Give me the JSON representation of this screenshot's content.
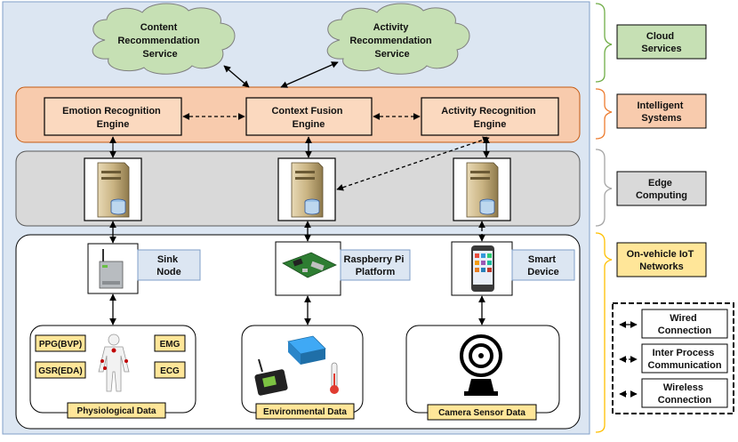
{
  "cloud": {
    "content_service": [
      "Content",
      "Recommendation",
      "Service"
    ],
    "activity_service": [
      "Activity",
      "Recommendation",
      "Service"
    ]
  },
  "intelligent": {
    "emotion_engine": [
      "Emotion Recognition",
      "Engine"
    ],
    "context_engine": [
      "Context Fusion",
      "Engine"
    ],
    "activity_engine": [
      "Activity Recognition",
      "Engine"
    ]
  },
  "devices": {
    "sink": [
      "Sink",
      "Node"
    ],
    "raspberry": [
      "Raspberry Pi",
      "Platform"
    ],
    "smart": [
      "Smart",
      "Device"
    ]
  },
  "sensors": {
    "ppg": "PPG(BVP)",
    "gsr": "GSR(EDA)",
    "emg": "EMG",
    "ecg": "ECG",
    "physiological_caption": "Physiological Data",
    "environmental_caption": "Environmental Data",
    "camera_caption": "Camera Sensor Data"
  },
  "layers": {
    "cloud": [
      "Cloud",
      "Services"
    ],
    "intelligent": [
      "Intelligent",
      "Systems"
    ],
    "edge": [
      "Edge",
      "Computing"
    ],
    "iot": [
      "On-vehicle IoT",
      "Networks"
    ]
  },
  "legend": {
    "wired": [
      "Wired",
      "Connection"
    ],
    "ipc": [
      "Inter Process",
      "Communication"
    ],
    "wireless": [
      "Wireless",
      "Connection"
    ]
  },
  "colors": {
    "background_panel": "#dce6f2",
    "cloud_fill": "#c6e0b4",
    "intelligent_band": "#f8cbad",
    "engine_fill": "#fbd9bf",
    "edge_band": "#d9d9d9",
    "label_fill": "#dce6f2",
    "caption_fill": "#ffe699",
    "cloud_bracket": "#70ad47",
    "intelligent_bracket": "#ed7d31",
    "edge_bracket": "#a5a5a5",
    "iot_bracket": "#ffc000"
  }
}
